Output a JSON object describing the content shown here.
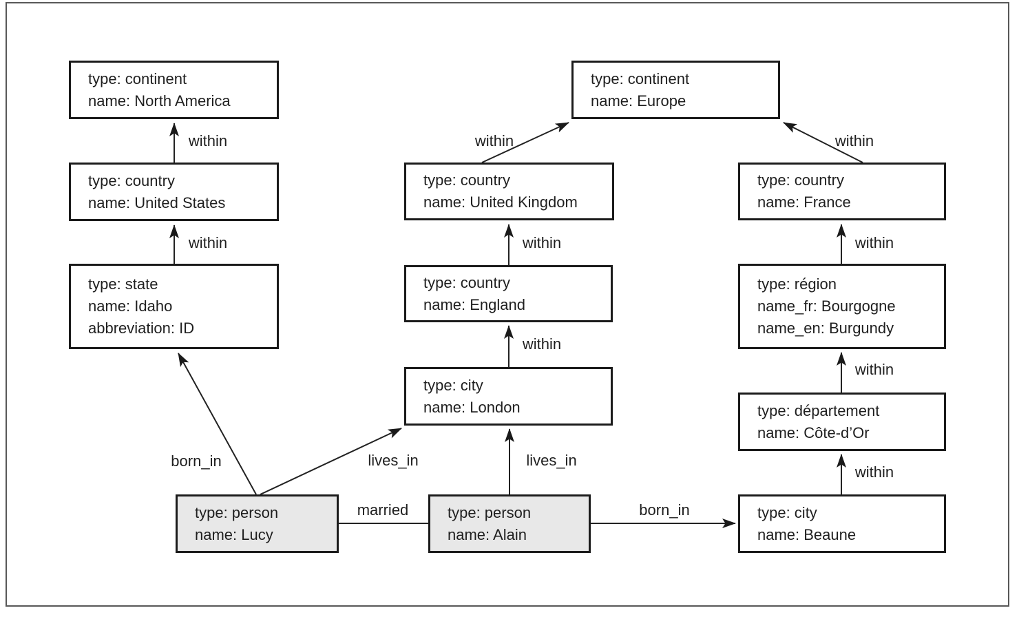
{
  "figure": {
    "title": "property-graph-example",
    "colors": {
      "background": "#ffffff",
      "node_fill": "#ffffff",
      "person_node_fill": "#e8e8e8",
      "node_border": "#1b1b1b",
      "edge_line": "#222222",
      "text": "#1f1f1f",
      "outer_frame": "#585858"
    },
    "nodes": [
      {
        "id": "north-america",
        "lines": [
          "type: continent",
          "name: North America"
        ]
      },
      {
        "id": "united-states",
        "lines": [
          "type: country",
          "name: United States"
        ]
      },
      {
        "id": "idaho",
        "lines": [
          "type: state",
          "name: Idaho",
          "abbreviation: ID"
        ]
      },
      {
        "id": "europe",
        "lines": [
          "type: continent",
          "name: Europe"
        ]
      },
      {
        "id": "united-kingdom",
        "lines": [
          "type: country",
          "name: United Kingdom"
        ]
      },
      {
        "id": "england",
        "lines": [
          "type: country",
          "name: England"
        ]
      },
      {
        "id": "london",
        "lines": [
          "type: city",
          "name: London"
        ]
      },
      {
        "id": "france",
        "lines": [
          "type: country",
          "name: France"
        ]
      },
      {
        "id": "bourgogne",
        "lines": [
          "type: région",
          "name_fr: Bourgogne",
          "name_en: Burgundy"
        ]
      },
      {
        "id": "cote-dor",
        "lines": [
          "type: département",
          "name: Côte-d’Or"
        ]
      },
      {
        "id": "beaune",
        "lines": [
          "type: city",
          "name: Beaune"
        ]
      },
      {
        "id": "lucy",
        "lines": [
          "type: person",
          "name: Lucy"
        ]
      },
      {
        "id": "alain",
        "lines": [
          "type: person",
          "name: Alain"
        ]
      }
    ],
    "edges": [
      {
        "label": "within",
        "from": "united-states",
        "to": "north-america"
      },
      {
        "label": "within",
        "from": "idaho",
        "to": "united-states"
      },
      {
        "label": "within",
        "from": "united-kingdom",
        "to": "europe"
      },
      {
        "label": "within",
        "from": "france",
        "to": "europe"
      },
      {
        "label": "within",
        "from": "england",
        "to": "united-kingdom"
      },
      {
        "label": "within",
        "from": "london",
        "to": "england"
      },
      {
        "label": "within",
        "from": "bourgogne",
        "to": "france"
      },
      {
        "label": "within",
        "from": "cote-dor",
        "to": "bourgogne"
      },
      {
        "label": "within",
        "from": "beaune",
        "to": "cote-dor"
      },
      {
        "label": "born_in",
        "from": "lucy",
        "to": "idaho"
      },
      {
        "label": "lives_in",
        "from": "lucy",
        "to": "london"
      },
      {
        "label": "lives_in",
        "from": "alain",
        "to": "london"
      },
      {
        "label": "married",
        "from": "lucy",
        "to": "alain"
      },
      {
        "label": "born_in",
        "from": "alain",
        "to": "beaune"
      }
    ]
  }
}
